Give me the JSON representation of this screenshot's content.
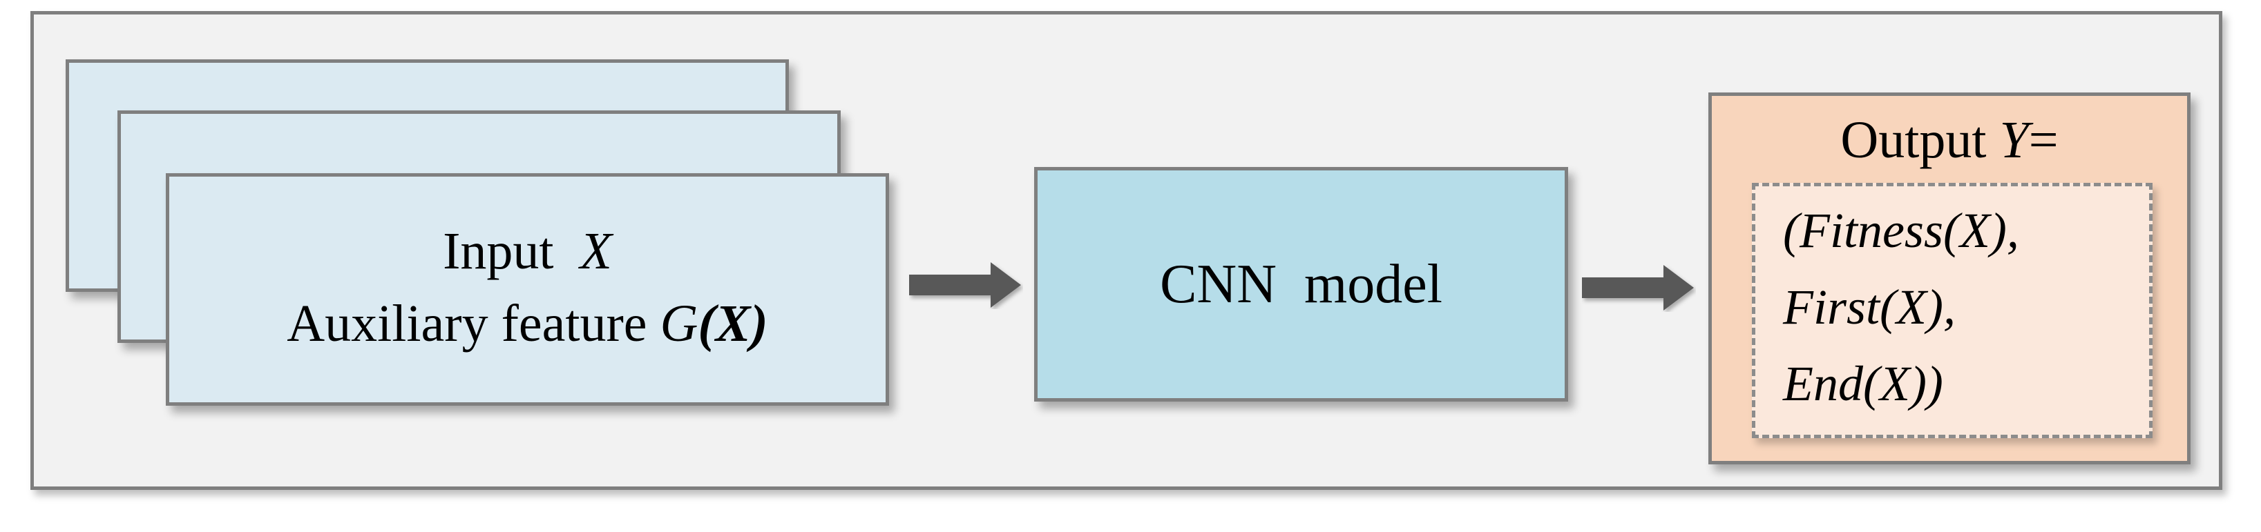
{
  "input": {
    "line1_prefix": "Input",
    "line1_var": "X",
    "line2_prefix": "Auxiliary feature",
    "line2_func": "G",
    "line2_arg": "(X)"
  },
  "model": {
    "label": "CNN  model"
  },
  "output": {
    "title_prefix": "Output",
    "title_var": "Y",
    "title_suffix": "=",
    "lines": [
      "(Fitness(X),",
      "First(X),",
      "End(X))"
    ]
  },
  "colors": {
    "frame_bg": "#f2f2f2",
    "input_bg": "#dbeaf2",
    "model_bg": "#b6dde9",
    "output_bg": "#f8d5bc",
    "output_inner_bg": "#fbe8dc",
    "border": "#7f7f7f",
    "arrow": "#595959"
  }
}
